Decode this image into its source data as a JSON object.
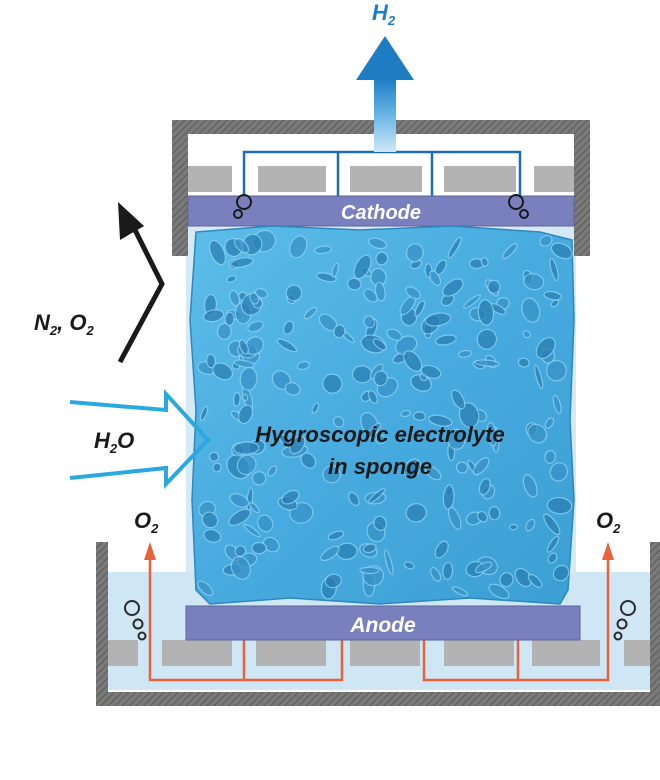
{
  "labels": {
    "h2": "H",
    "h2_sub": "2",
    "cathode": "Cathode",
    "anode": "Anode",
    "n2": "N",
    "n2_sub": "2",
    "o2_mid": ", O",
    "o2_mid_sub": "2",
    "h2o_h": "H",
    "h2o_sub": "2",
    "h2o_o": "O",
    "electrolyte_line1": "Hygroscopic electrolyte",
    "electrolyte_line2": "in sponge",
    "o2_left": "O",
    "o2_left_sub": "2",
    "o2_right": "O",
    "o2_right_sub": "2"
  },
  "colors": {
    "housing": "#6f6f6f",
    "housing_inner": "#9a9a9a",
    "electrode": "#7a80bd",
    "electrode_edge": "#5d6399",
    "sponge": "#4aaee0",
    "sponge_dark": "#1f6e9c",
    "electrolyte_bath": "#cfe6f4",
    "wire_blue": "#1d6fb0",
    "wire_orange": "#e8633a",
    "h2_arrow": "#1e7cc3",
    "air_arrow": "#1a1a1a",
    "water_arrow": "#2aa9e0",
    "collector_plate": "#b3b3b3"
  }
}
